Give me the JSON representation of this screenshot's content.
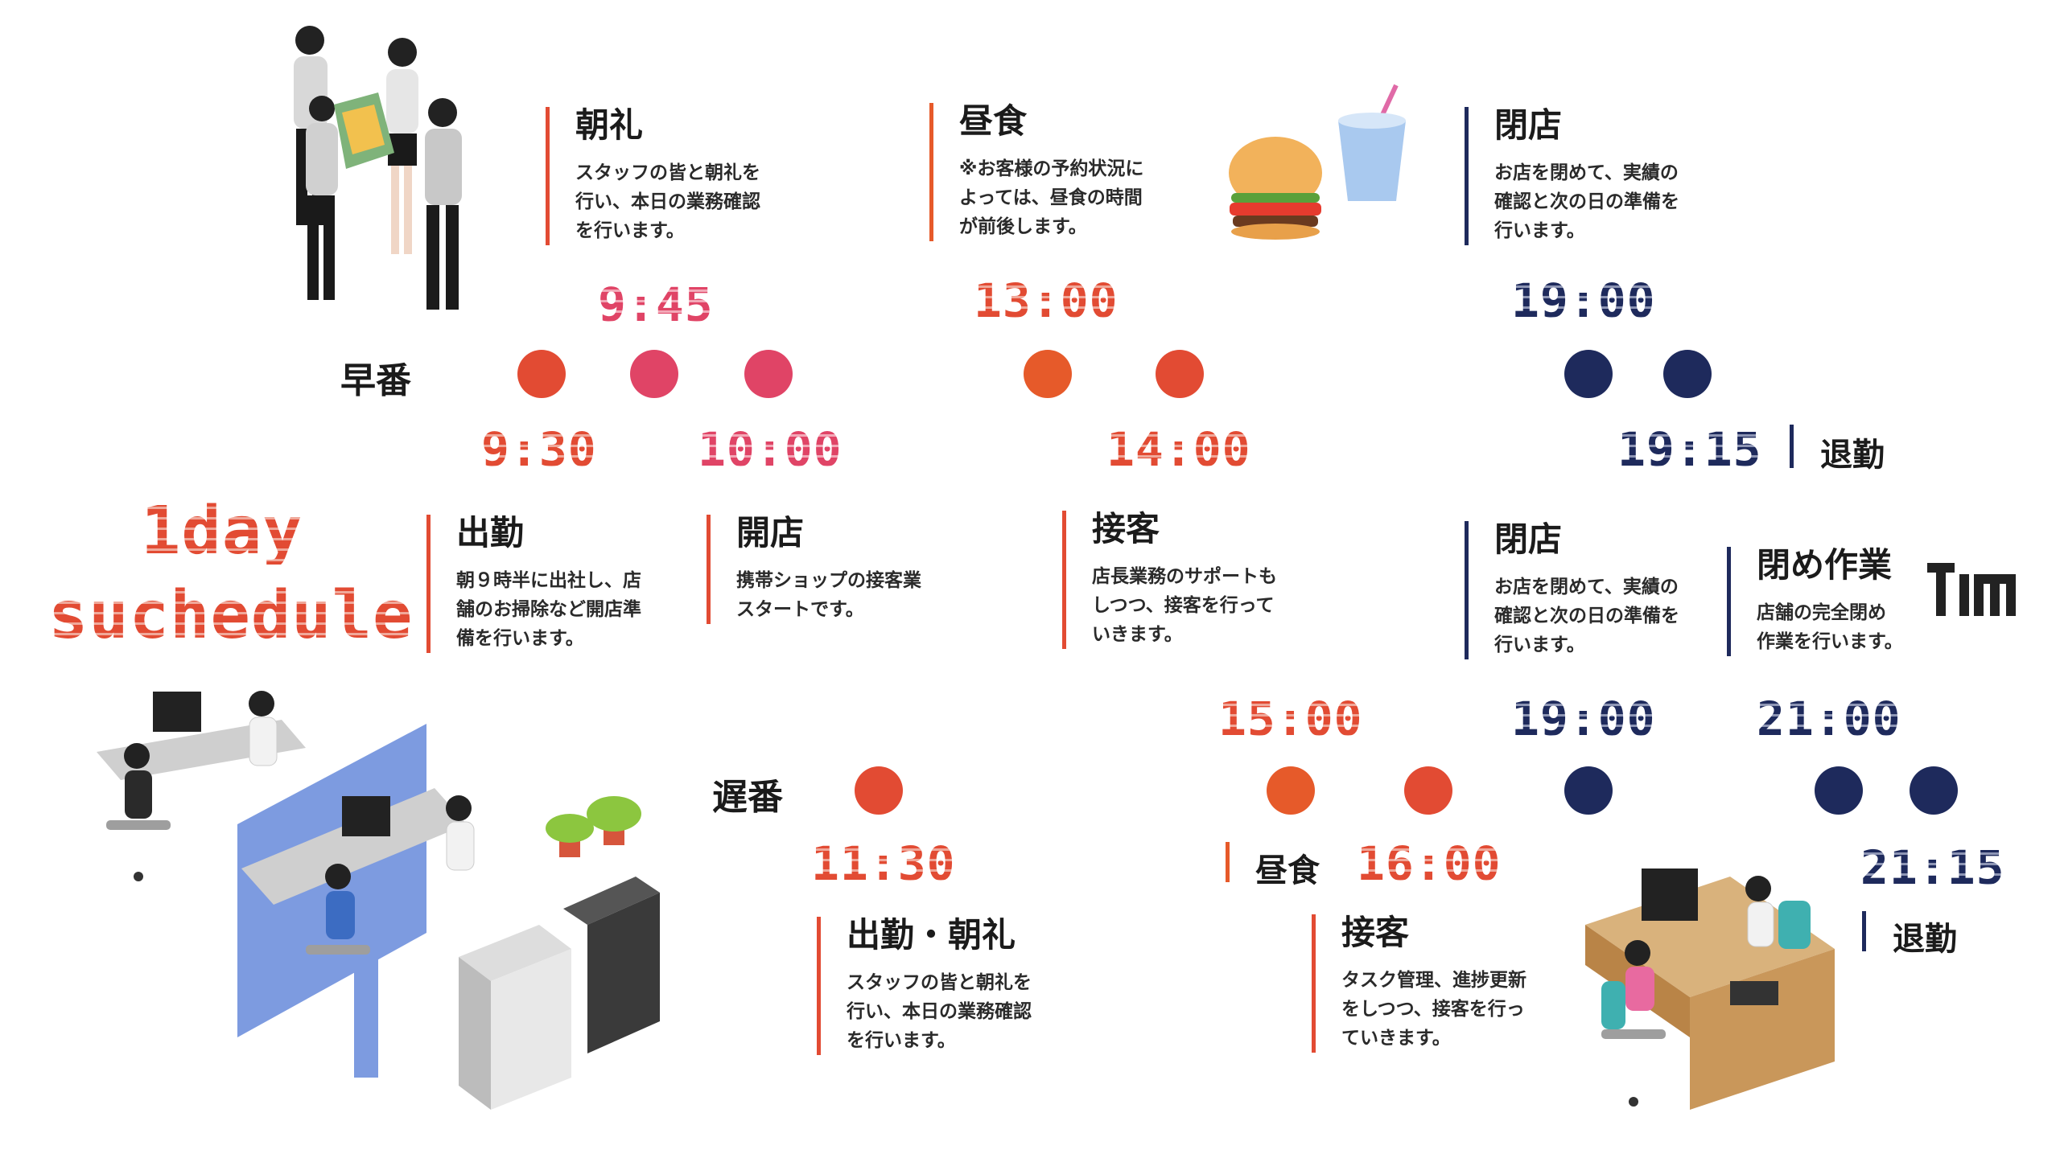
{
  "title": {
    "line1": "1day",
    "line2": "suchedule"
  },
  "early_shift": {
    "label": "早番",
    "times": {
      "t0930": "9:30",
      "t0945": "9:45",
      "t1000": "10:00",
      "t1300": "13:00",
      "t1400": "14:00",
      "t1900": "19:00",
      "t1915": "19:15"
    },
    "leave_label": "退勤",
    "events": [
      {
        "title": "朝礼",
        "text": "スタッフの皆と朝礼を\n行い、本日の業務確認\nを行います。"
      },
      {
        "title": "昼食",
        "text": "※お客様の予約状況に\nよっては、昼食の時間\nが前後します。"
      },
      {
        "title": "閉店",
        "text": "お店を閉めて、実績の\n確認と次の日の準備を\n行います。"
      },
      {
        "title": "出勤",
        "text": "朝９時半に出社し、店\n舗のお掃除など開店準\n備を行います。"
      },
      {
        "title": "開店",
        "text": "携帯ショップの接客業\nスタートです。"
      },
      {
        "title": "接客",
        "text": "店長業務のサポートも\nしつつ、接客を行って\nいきます。"
      }
    ]
  },
  "late_shift": {
    "label": "遅番",
    "times": {
      "t1130": "11:30",
      "t1500": "15:00",
      "t1600": "16:00",
      "t1900": "19:00",
      "t2100": "21:00",
      "t2115": "21:15"
    },
    "lunch_label": "昼食",
    "leave_label": "退勤",
    "events": [
      {
        "title": "閉店",
        "text": "お店を閉めて、実績の\n確認と次の日の準備を\n行います。"
      },
      {
        "title": "閉め作業",
        "text": "店舗の完全閉め\n作業を行います。"
      },
      {
        "title": "出勤・朝礼",
        "text": "スタッフの皆と朝礼を\n行い、本日の業務確認\nを行います。"
      },
      {
        "title": "接客",
        "text": "タスク管理、進捗更新\nをしつつ、接客を行っ\nていきます。"
      }
    ]
  },
  "colors": {
    "red": "#e24b33",
    "pink": "#e04466",
    "orange": "#e65a2a",
    "navy": "#1e2a5c"
  }
}
